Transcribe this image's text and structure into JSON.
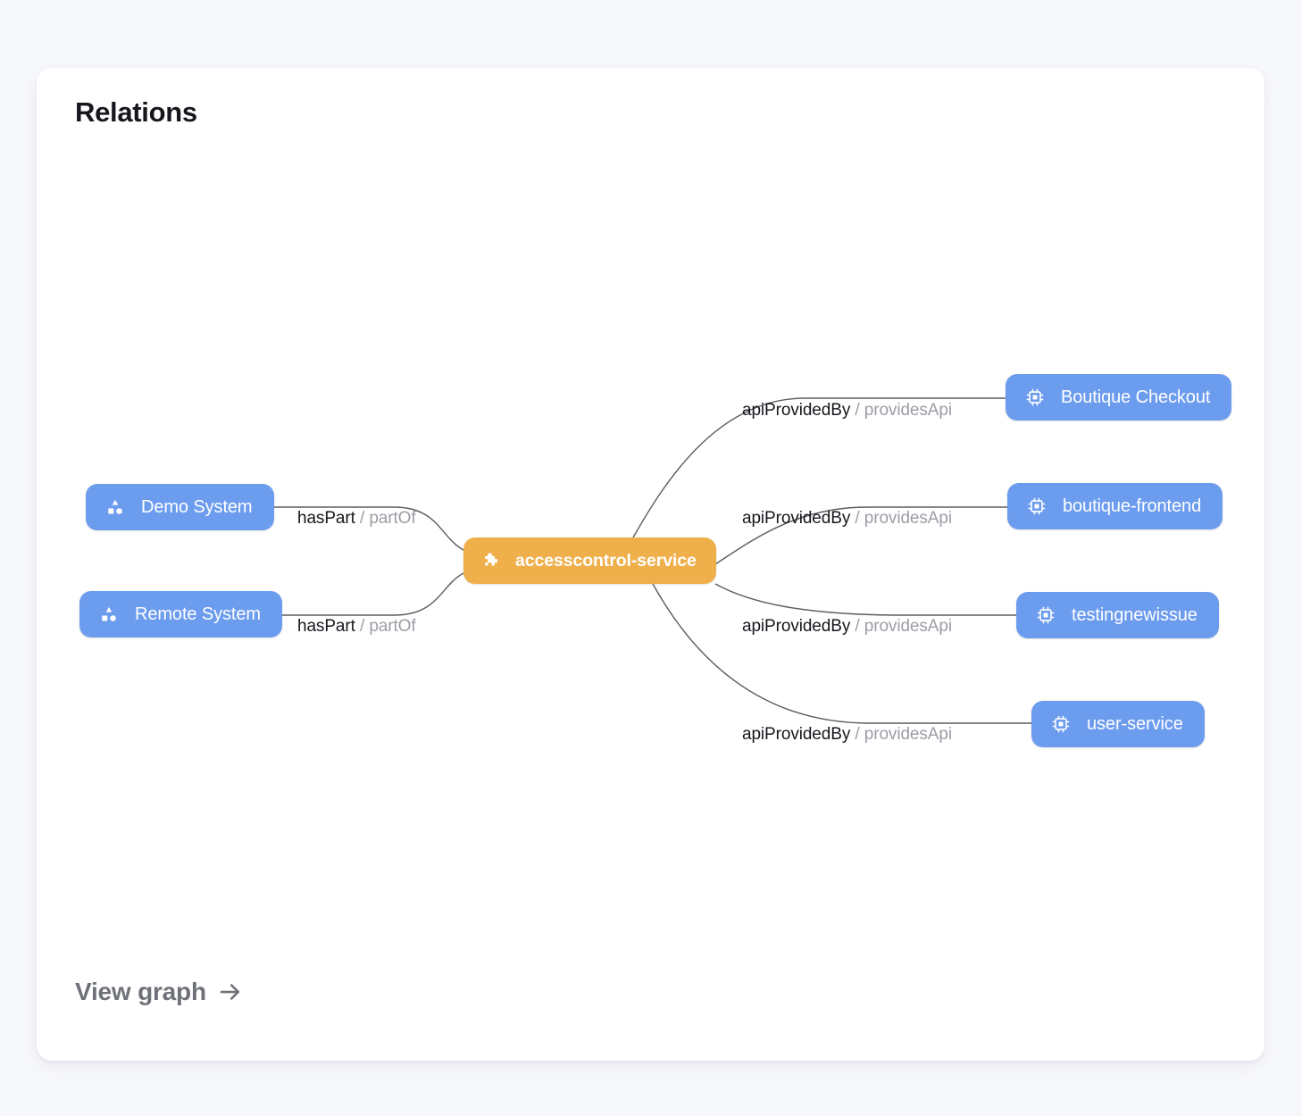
{
  "card": {
    "title": "Relations",
    "footer_link": {
      "label": "View graph",
      "icon": "arrow-right-icon"
    }
  },
  "colors": {
    "page_background": "#f7f8fc",
    "card_background": "#ffffff",
    "node_blue": "#6c9cee",
    "node_orange": "#efaf4b",
    "edge_stroke": "#5a5d63",
    "label_primary": "#15171c",
    "label_secondary": "#9b9ea5",
    "footer_link": "#6e7177"
  },
  "graph": {
    "center_node": {
      "id": "accesscontrol-service",
      "label": "accesscontrol-service",
      "kind": "component",
      "icon": "puzzle-piece-icon",
      "color": "#efaf4b"
    },
    "nodes": [
      {
        "id": "demo-system",
        "label": "Demo System",
        "kind": "system",
        "icon": "shapes-icon",
        "color": "#6c9cee",
        "side": "left"
      },
      {
        "id": "remote-system",
        "label": "Remote System",
        "kind": "system",
        "icon": "shapes-icon",
        "color": "#6c9cee",
        "side": "left"
      },
      {
        "id": "boutique-checkout",
        "label": "Boutique Checkout",
        "kind": "api",
        "icon": "chip-icon",
        "color": "#6c9cee",
        "side": "right"
      },
      {
        "id": "boutique-frontend",
        "label": "boutique-frontend",
        "kind": "api",
        "icon": "chip-icon",
        "color": "#6c9cee",
        "side": "right"
      },
      {
        "id": "testingnewissue",
        "label": "testingnewissue",
        "kind": "api",
        "icon": "chip-icon",
        "color": "#6c9cee",
        "side": "right"
      },
      {
        "id": "user-service",
        "label": "user-service",
        "kind": "api",
        "icon": "chip-icon",
        "color": "#6c9cee",
        "side": "right"
      }
    ],
    "edges": [
      {
        "source": "accesscontrol-service",
        "target": "boutique-checkout",
        "forward": "apiProvidedBy",
        "separator": " / ",
        "reverse": "providesApi"
      },
      {
        "source": "accesscontrol-service",
        "target": "boutique-frontend",
        "forward": "apiProvidedBy",
        "separator": " / ",
        "reverse": "providesApi"
      },
      {
        "source": "accesscontrol-service",
        "target": "testingnewissue",
        "forward": "apiProvidedBy",
        "separator": " / ",
        "reverse": "providesApi"
      },
      {
        "source": "accesscontrol-service",
        "target": "user-service",
        "forward": "apiProvidedBy",
        "separator": " / ",
        "reverse": "providesApi"
      },
      {
        "source": "demo-system",
        "target": "accesscontrol-service",
        "forward": "hasPart",
        "separator": " / ",
        "reverse": "partOf"
      },
      {
        "source": "remote-system",
        "target": "accesscontrol-service",
        "forward": "hasPart",
        "separator": " / ",
        "reverse": "partOf"
      }
    ]
  }
}
